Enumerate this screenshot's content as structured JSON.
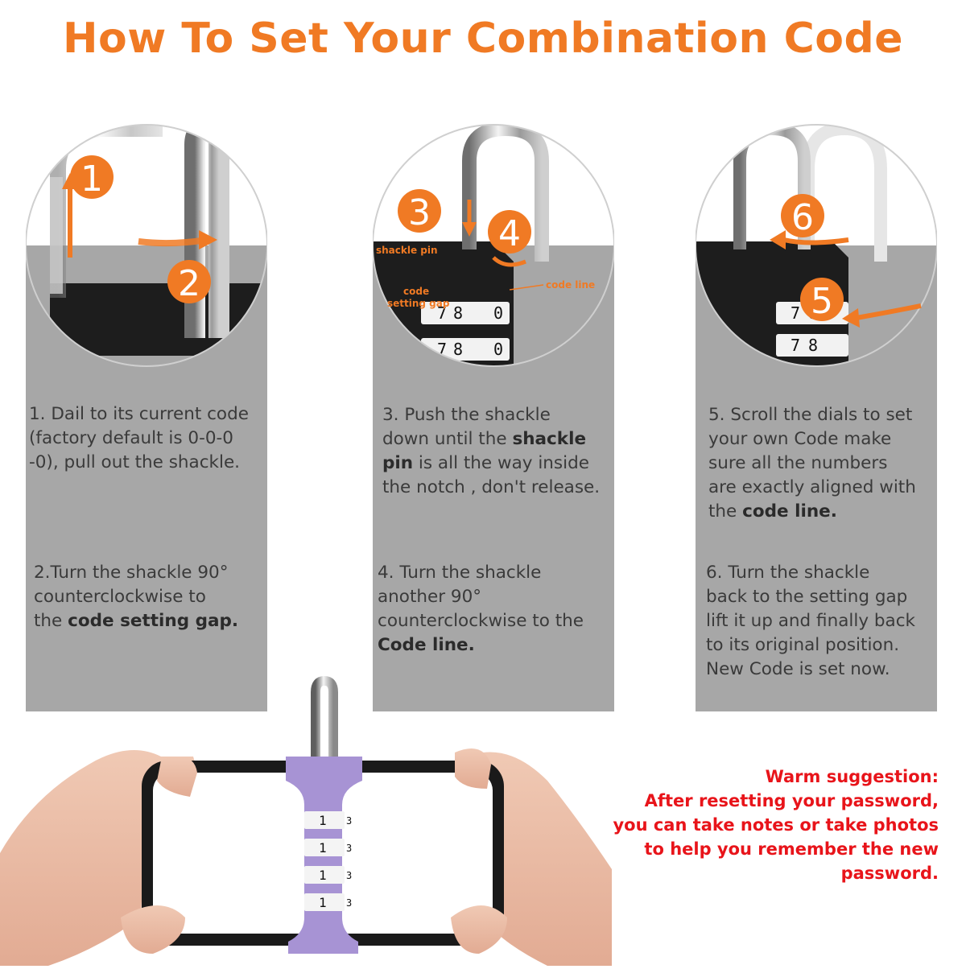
{
  "title": "How To Set Your Combination Code",
  "colors": {
    "accent": "#f07a24",
    "panel_gray": "#a7a7a7",
    "warn": "#e8141a",
    "lock_purple": "#a793d4"
  },
  "panels": [
    {
      "markers": [
        "1",
        "2"
      ],
      "step_a": {
        "lines": [
          "1. Dail to its current code",
          "(factory default is 0-0-0",
          "-0), pull out the shackle."
        ]
      },
      "step_b": {
        "prefix": "2.Turn the shackle 90°\ncounterclockwise to\nthe ",
        "bold": "code setting gap."
      }
    },
    {
      "markers": [
        "3",
        "4"
      ],
      "labels": {
        "shackle_pin": "shackle pin",
        "code_setting_gap_1": "code",
        "code_setting_gap_2": "setting gap",
        "code_line": "code line"
      },
      "dial_digits": [
        "7",
        "8",
        "0"
      ],
      "step_a": {
        "prefix": "3. Push the shackle\ndown until the ",
        "bold1": "shackle\npin",
        "suffix": " is all the way inside\nthe notch , don't release."
      },
      "step_b": {
        "prefix": "4. Turn the shackle\nanother 90°\ncounterclockwise to the\n",
        "bold": "Code line."
      }
    },
    {
      "markers": [
        "6",
        "5"
      ],
      "dial_digits": [
        "7",
        "8"
      ],
      "step_a": {
        "prefix": "5. Scroll the dials to set\nyour own Code make\nsure all the numbers\nare exactly aligned with\nthe ",
        "bold": "code line."
      },
      "step_b": {
        "lines": [
          "6. Turn the shackle",
          "back to the setting gap",
          "lift it up and finally back",
          "to its original position.",
          "New Code is set now."
        ]
      }
    }
  ],
  "phone_dials": [
    "1",
    "1",
    "1",
    "1"
  ],
  "phone_dial_side": "3",
  "warm": {
    "lines": [
      "Warm suggestion:",
      "After resetting your password,",
      "you can take notes or take photos",
      "to help you remember the new",
      "password."
    ]
  }
}
